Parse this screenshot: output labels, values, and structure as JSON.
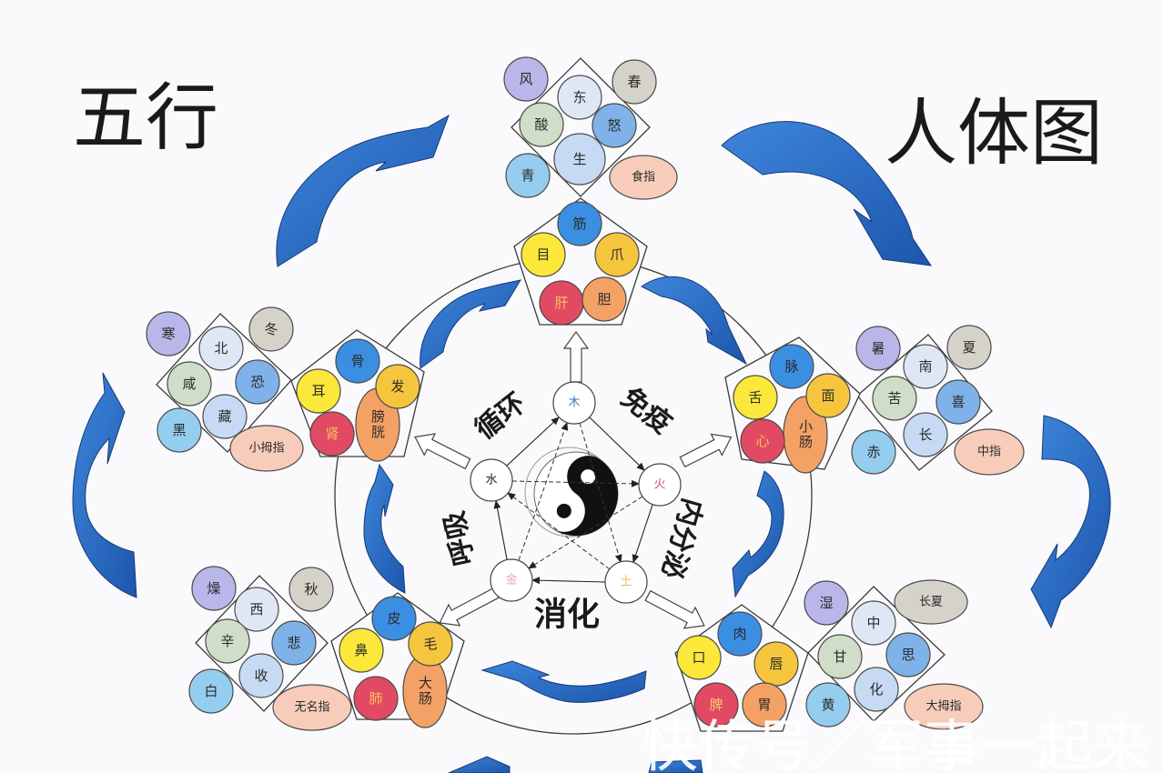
{
  "titles": {
    "left": "五行",
    "right": "人体图"
  },
  "center": {
    "symbol": "yin-yang-icon",
    "elements": {
      "wood": {
        "label": "木",
        "color": "#3f77c9"
      },
      "fire": {
        "label": "火",
        "color": "#e2506b"
      },
      "earth": {
        "label": "土",
        "color": "#f0b25b"
      },
      "metal": {
        "label": "金",
        "color": "#e9a3bd"
      },
      "water": {
        "label": "水",
        "color": "#222222"
      }
    },
    "systems": {
      "circulation": "循环",
      "immunity": "免疫",
      "endocrine": "内分泌",
      "digestion": "消化",
      "respiration": "呼吸"
    }
  },
  "groups": {
    "wood": {
      "diamond": {
        "climate": "风",
        "season": "春",
        "direction": "东",
        "taste": "酸",
        "emotion": "怒",
        "process": "生",
        "color": "青",
        "finger": "食指"
      },
      "pentagon": {
        "tissue": "筋",
        "sense": "目",
        "outer": "爪",
        "zang": "肝",
        "fu": "胆"
      }
    },
    "fire": {
      "diamond": {
        "climate": "暑",
        "season": "夏",
        "direction": "南",
        "taste": "苦",
        "emotion": "喜",
        "process": "长",
        "color": "赤",
        "finger": "中指"
      },
      "pentagon": {
        "tissue": "脉",
        "sense": "舌",
        "outer": "面",
        "zang": "心",
        "fu": "小肠"
      }
    },
    "water": {
      "diamond": {
        "climate": "寒",
        "season": "冬",
        "direction": "北",
        "taste": "咸",
        "emotion": "恐",
        "process": "藏",
        "color": "黑",
        "finger": "小拇指"
      },
      "pentagon": {
        "tissue": "骨",
        "sense": "耳",
        "outer": "发",
        "zang": "肾",
        "fu": "膀胱"
      }
    },
    "metal": {
      "diamond": {
        "climate": "燥",
        "season": "秋",
        "direction": "西",
        "taste": "辛",
        "emotion": "悲",
        "process": "收",
        "color": "白",
        "finger": "无名指"
      },
      "pentagon": {
        "tissue": "皮",
        "sense": "鼻",
        "outer": "毛",
        "zang": "肺",
        "fu": "大肠"
      }
    },
    "earth": {
      "diamond": {
        "climate": "湿",
        "season": "长夏",
        "direction": "中",
        "taste": "甘",
        "emotion": "思",
        "process": "化",
        "color": "黄",
        "finger": "大拇指"
      },
      "pentagon": {
        "tissue": "肉",
        "sense": "口",
        "outer": "唇",
        "zang": "脾",
        "fu": "胃"
      }
    }
  },
  "palette": {
    "background": "#fafafc",
    "arrow_blue": "#2a6fc9",
    "climate": "#b9b6ea",
    "season": "#d5d2ca",
    "direction": "#dfe7f6",
    "taste": "#d0ddc7",
    "emotion": "#7fb2e9",
    "process": "#c6daf3",
    "color": "#95cdef",
    "finger": "#f7ccba",
    "tissue": "#3b8fe2",
    "sense": "#fbe83b",
    "outer": "#f6c53e",
    "zang": "#e24a63",
    "fu": "#f4a166"
  },
  "watermark": "快传号／军事一起来"
}
